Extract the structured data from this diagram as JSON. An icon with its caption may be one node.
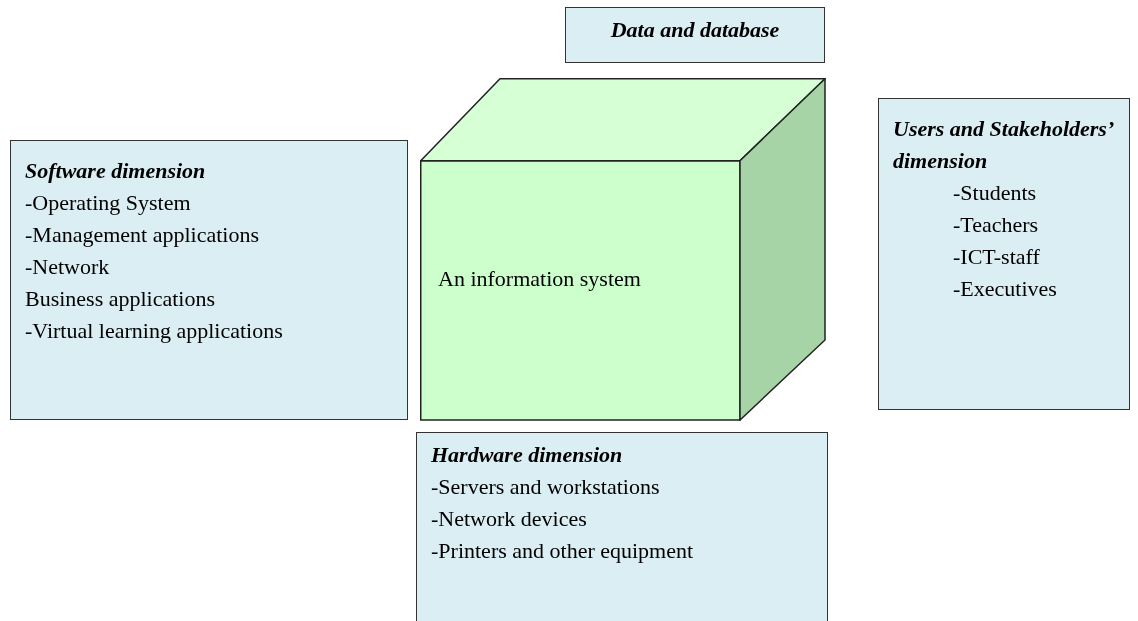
{
  "diagram": {
    "nodes": [
      {
        "text": [
          "Data and database"
        ]
      },
      {
        "text": [
          "Software dimension",
          "-Operating System",
          "-Management applications",
          "-Network",
          "Business applications",
          "-Virtual learning applications"
        ]
      },
      {
        "text": [
          "An information system"
        ]
      },
      {
        "text": [
          "Users and Stakeholders’ dimension",
          "-Students",
          "-Teachers",
          "-ICT-staff",
          "-Executives"
        ]
      },
      {
        "text": [
          "Hardware dimension",
          "-Servers and workstations",
          "-Network devices",
          "-Printers and other equipment"
        ]
      }
    ]
  }
}
